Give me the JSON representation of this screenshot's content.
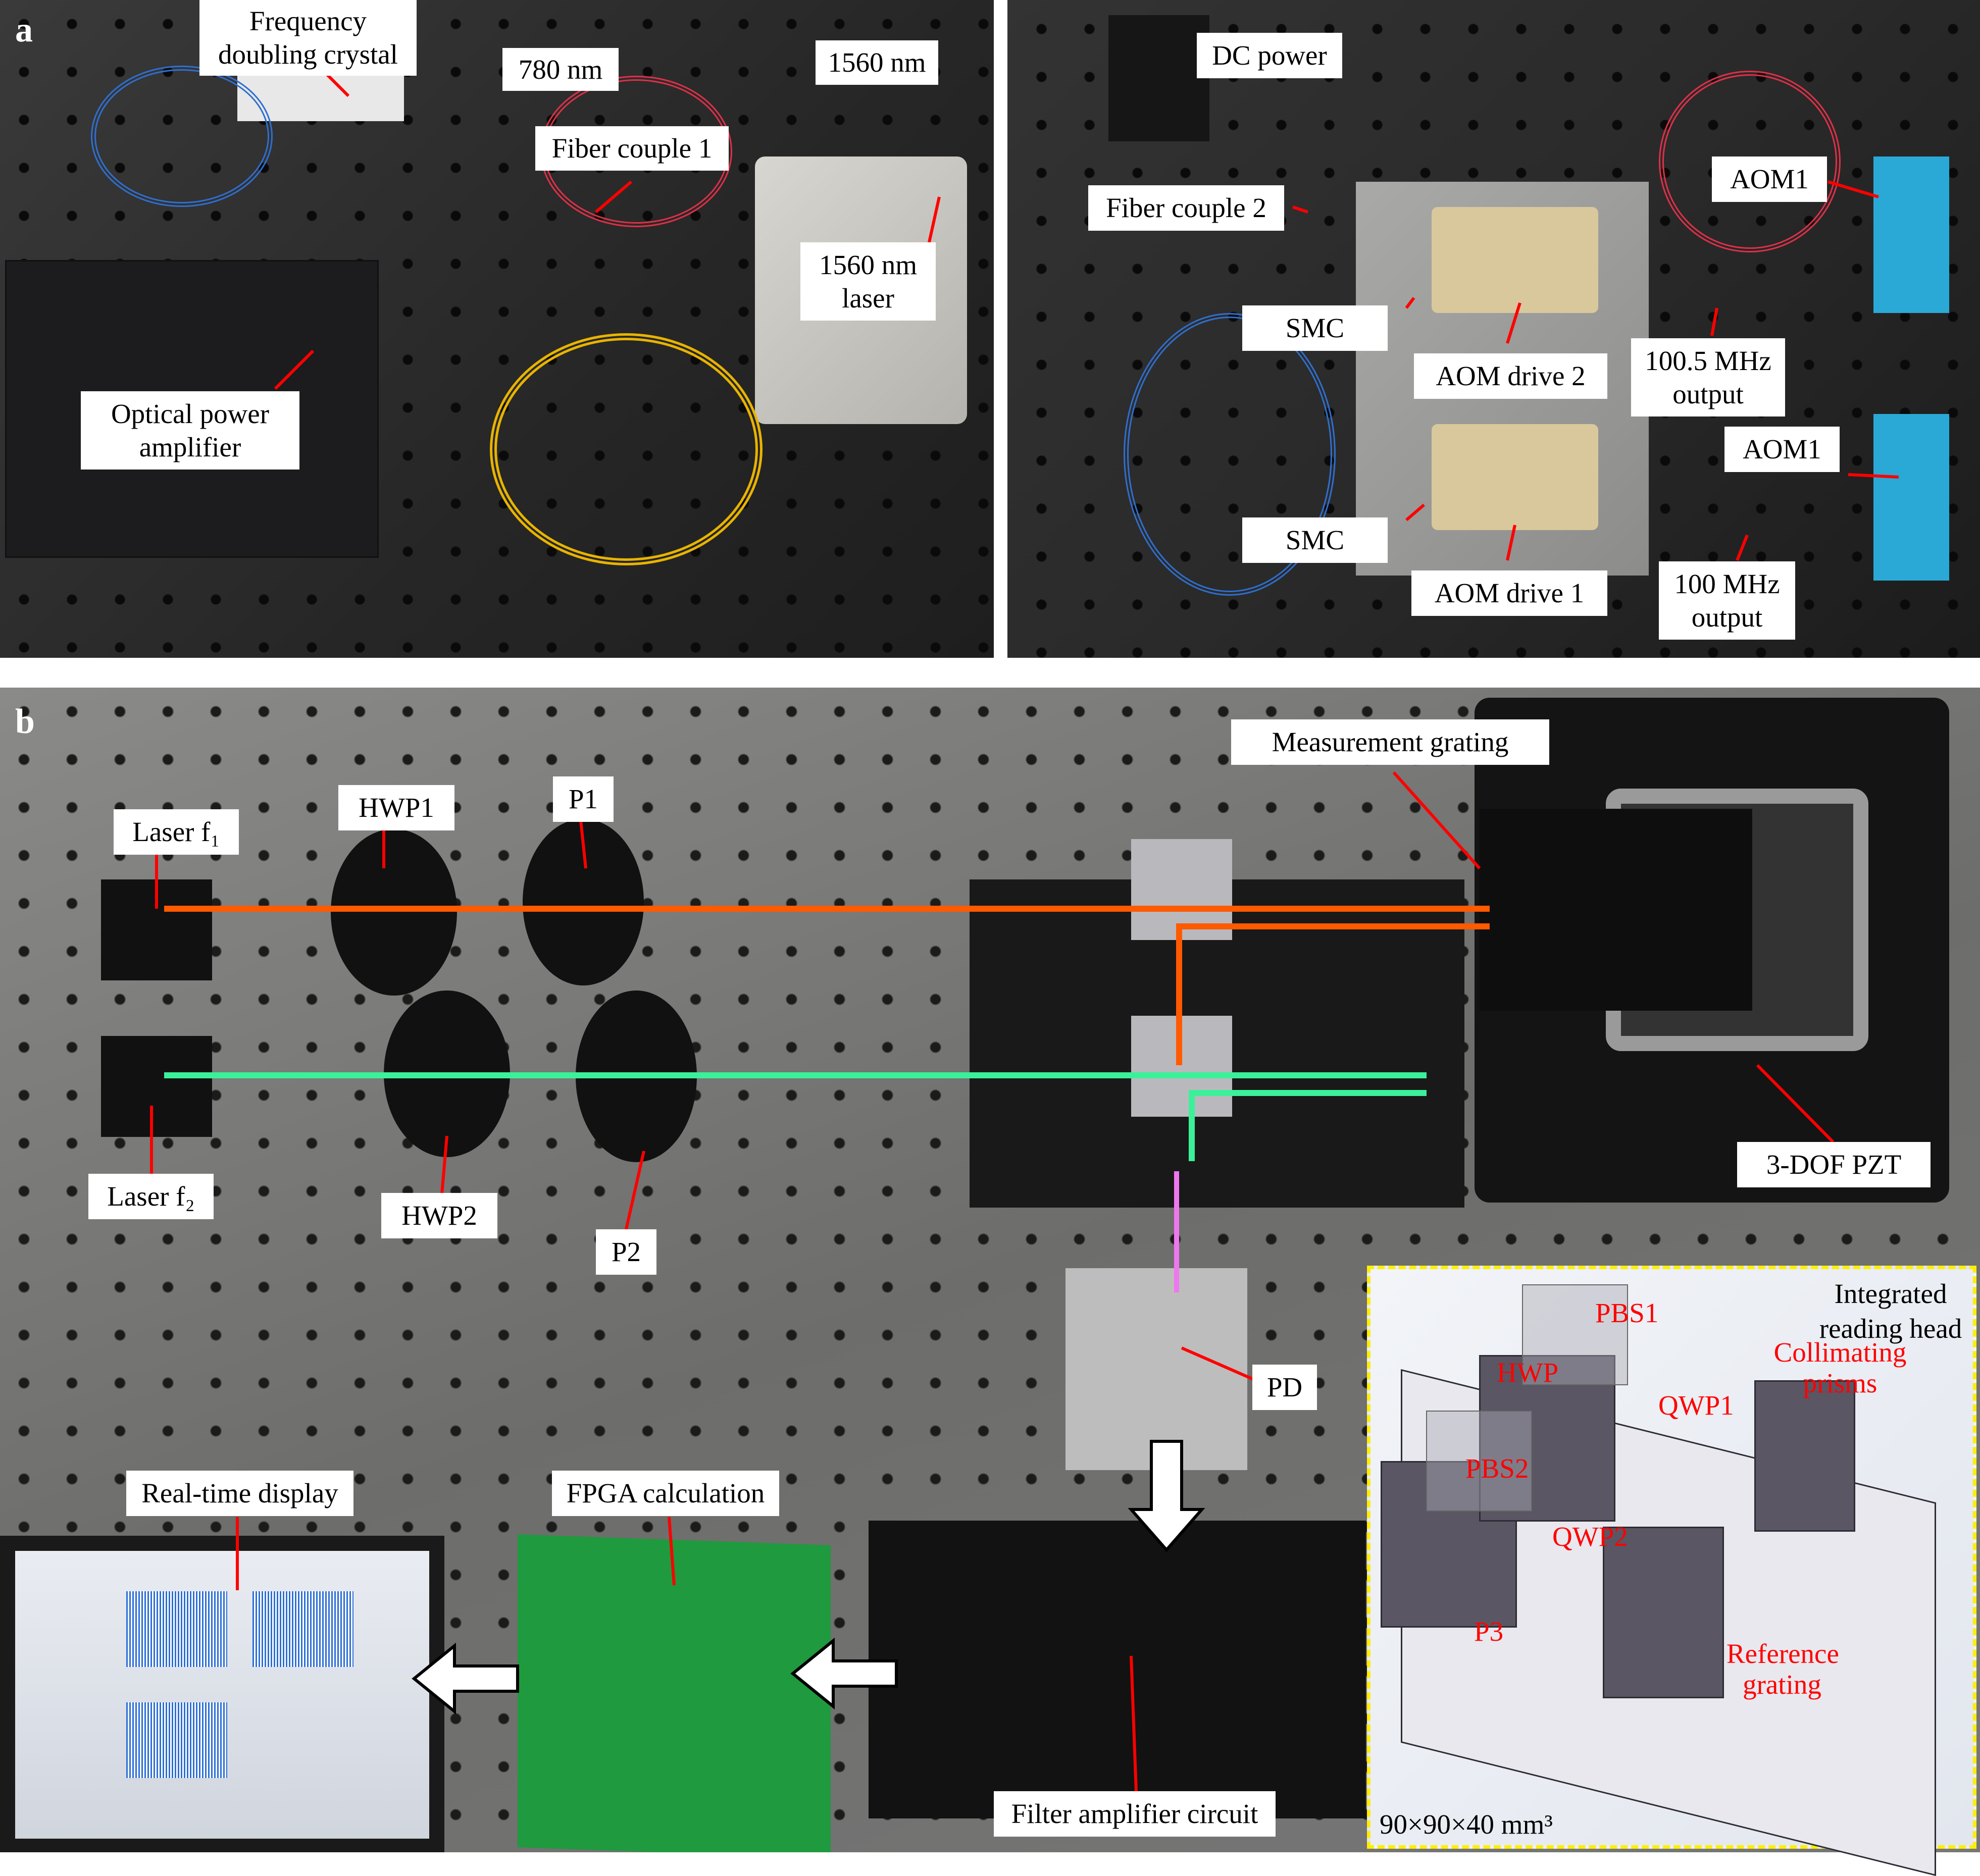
{
  "panel_labels": {
    "a": "a",
    "b": "b"
  },
  "panel_a_left": {
    "freq_doubling": "Frequency doubling crystal",
    "nm780": "780 nm",
    "nm1560": "1560 nm",
    "fiber_couple1": "Fiber couple 1",
    "laser1560": "1560 nm laser",
    "opa": "Optical power amplifier"
  },
  "panel_a_right": {
    "dc_power": "DC power",
    "fiber_couple2": "Fiber couple 2",
    "aom1_top": "AOM1",
    "smc_top": "SMC",
    "aom_drive2": "AOM drive 2",
    "out1005": "100.5 MHz output",
    "aom1_bottom": "AOM1",
    "smc_bottom": "SMC",
    "aom_drive1": "AOM drive 1",
    "out100": "100 MHz output"
  },
  "panel_b": {
    "measurement_grating": "Measurement grating",
    "hwp1": "HWP1",
    "p1": "P1",
    "laser_f1": "Laser f₁",
    "laser_f2": "Laser f₂",
    "hwp2": "HWP2",
    "p2": "P2",
    "pzt": "3-DOF PZT",
    "pd": "PD",
    "display": "Real-time display",
    "fpga": "FPGA calculation",
    "filter": "Filter amplifier circuit"
  },
  "inset": {
    "title": "Integrated reading head",
    "dimensions": "90×90×40 mm³",
    "pbs1": "PBS1",
    "hwp": "HWP",
    "qwp1": "QWP1",
    "pbs2": "PBS2",
    "qwp2": "QWP2",
    "p3": "P3",
    "collimating": "Collimating prisms",
    "reference": "Reference grating"
  },
  "colors": {
    "beam_f1": "#ff5a00",
    "beam_f2": "#3cf09a",
    "beam_pd": "#ee77ee",
    "annotation": "#ff0000",
    "inset_border": "#ffef00"
  }
}
